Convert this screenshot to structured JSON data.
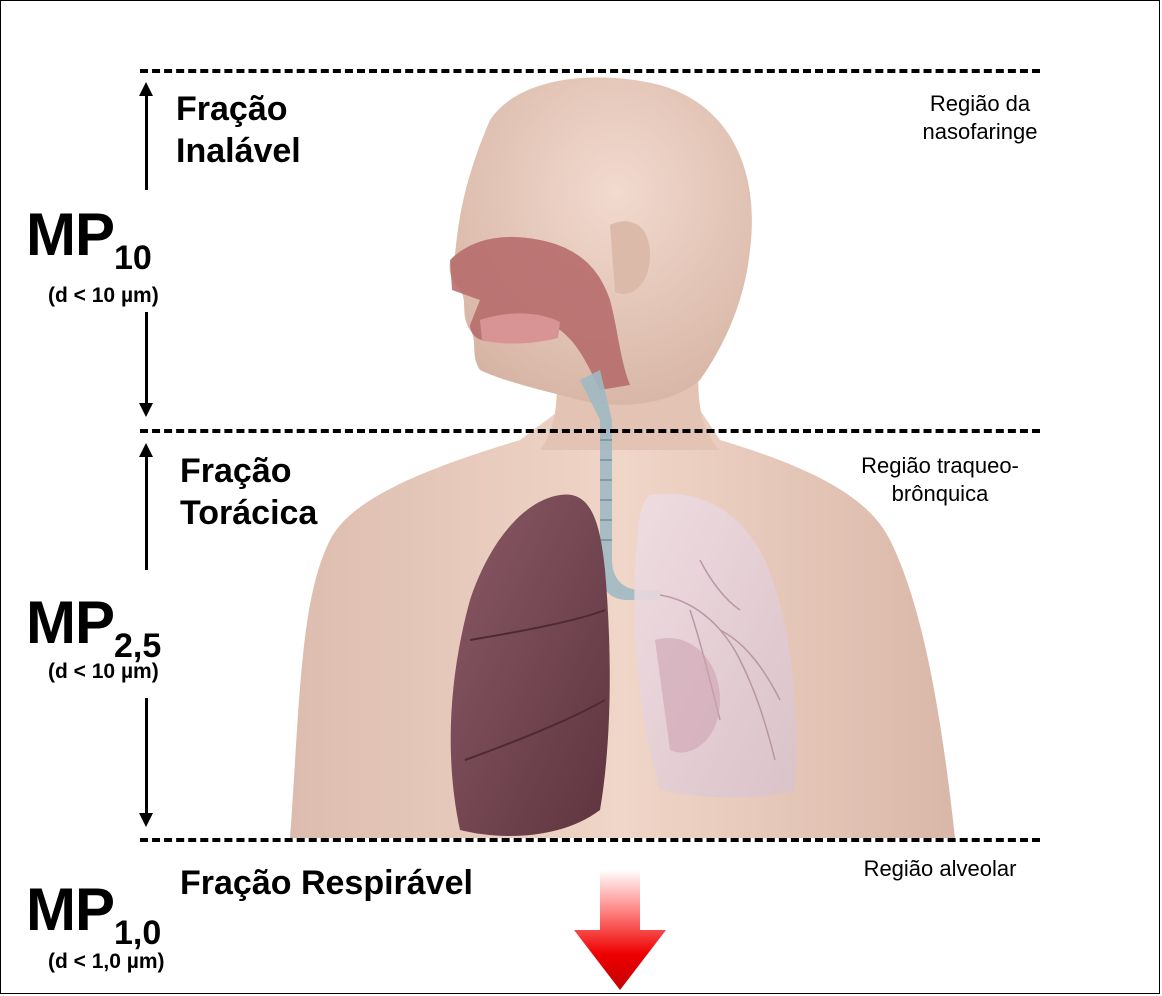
{
  "colors": {
    "line": "#000000",
    "skin": "#e8c8b8",
    "lung_left": "#7a4a55",
    "lung_right": "#e6d2da",
    "airway": "#9fb9c2",
    "arrow_red": "#e00000"
  },
  "sections": [
    {
      "fraction_line1": "Fração",
      "fraction_line2": "Inalável",
      "mp_base": "MP",
      "mp_sub": "10",
      "diameter": "(d < 10 µm)",
      "region": [
        "Região da",
        "nasofaringe"
      ]
    },
    {
      "fraction_line1": "Fração",
      "fraction_line2": "Torácica",
      "mp_base": "MP",
      "mp_sub": "2,5",
      "diameter": "(d < 10 µm)",
      "region": [
        "Região traqueo-",
        "brônquica"
      ]
    },
    {
      "fraction_line1": "Fração Respirável",
      "mp_base": "MP",
      "mp_sub": "1,0",
      "diameter": "(d < 1,0 µm)",
      "region": [
        "Região alveolar"
      ]
    }
  ],
  "icons": {
    "human": "human-torso-anatomy-icon",
    "arrow": "red-down-arrow-icon"
  }
}
